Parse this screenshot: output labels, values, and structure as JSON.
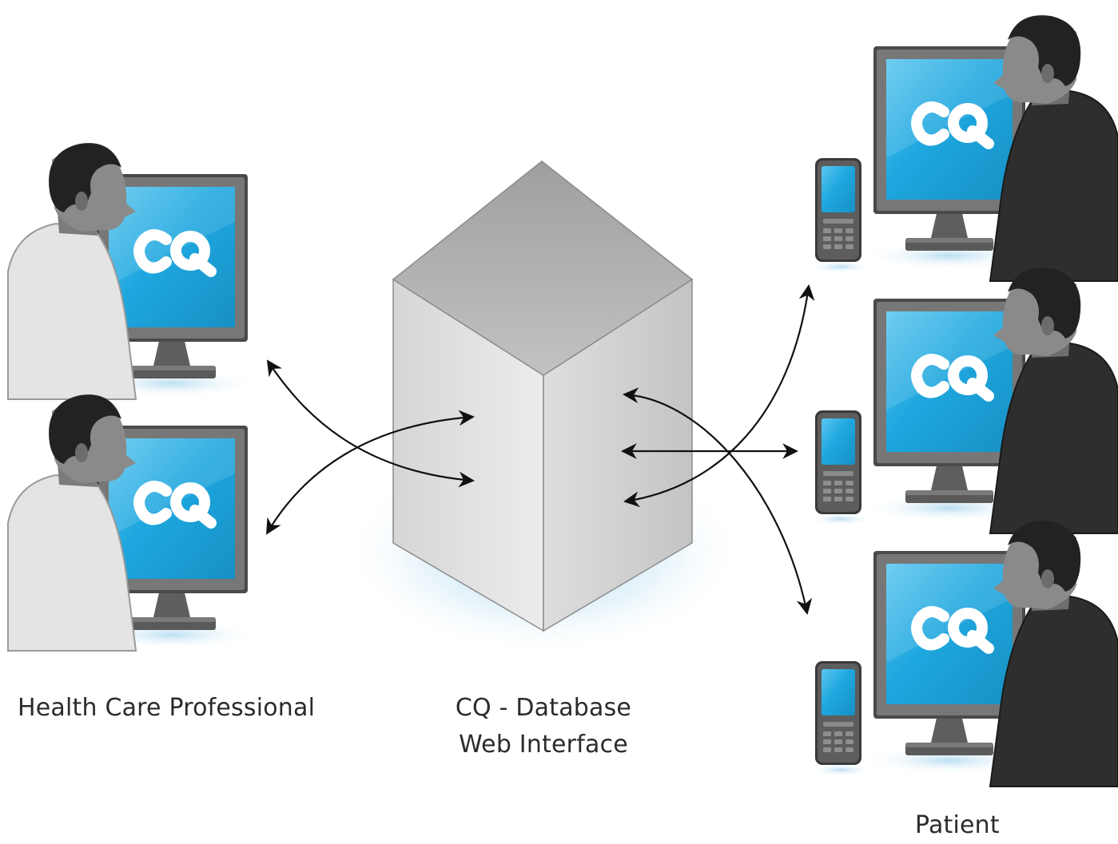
{
  "colors": {
    "screen": "#1aa3dc",
    "screen_highlight": "#58c2ec",
    "monitor_frame": "#6e6e6e",
    "monitor_frame_dark": "#4a4a4a",
    "hcp_shirt": "#e3e3e3",
    "patient_shirt": "#2e2e2e",
    "hair": "#222222",
    "face": "#8a8a8a",
    "cube_top": "#b3b3b3",
    "cube_left": "#e2e2e2",
    "cube_right": "#cfcfcf",
    "arrow": "#111111",
    "caption": "#2b2b2b"
  },
  "logo_text": "CQ",
  "labels": {
    "hcp": "Health Care Professional",
    "db_line1": "CQ - Database",
    "db_line2": "Web Interface",
    "patient": "Patient"
  },
  "icons": {
    "workstation": "computer-monitor-icon",
    "phone": "mobile-phone-icon",
    "database": "database-cube-icon"
  }
}
